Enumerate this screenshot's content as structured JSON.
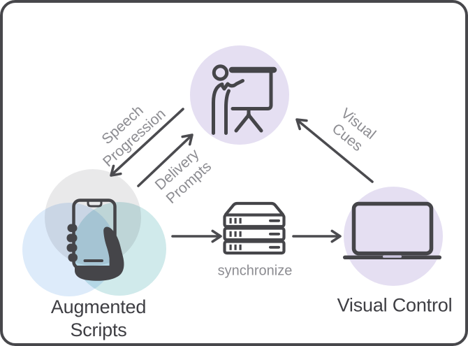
{
  "diagram": {
    "nodes": {
      "presenter": {
        "icon": "presenter-at-board-icon"
      },
      "augmented_scripts": {
        "label_line1": "Augmented",
        "label_line2": "Scripts",
        "icon": "hand-holding-phone-icon"
      },
      "server": {
        "label": "synchronize",
        "icon": "server-stack-icon"
      },
      "visual_control": {
        "label": "Visual Control",
        "icon": "laptop-icon"
      }
    },
    "edges": {
      "speech_progression": {
        "label_line1": "Speech",
        "label_line2": "Progression"
      },
      "delivery_prompts": {
        "label_line1": "Delivery",
        "label_line2": "Prompts"
      },
      "visual_cues": {
        "label_line1": "Visual",
        "label_line2": "Cues"
      }
    },
    "colors": {
      "accent_purple": "#E5DFF2",
      "cluster_gray": "#E9E9EA",
      "cluster_blue": "#DDEBFA",
      "cluster_teal": "#D0EAEB",
      "stroke_dark": "#454549",
      "arrow": "#4B4B4F",
      "label_gray": "#8C8C91",
      "title_dark": "#3E3E43",
      "border": "#47474B",
      "laptop_notch": "#CBC5DF"
    }
  }
}
